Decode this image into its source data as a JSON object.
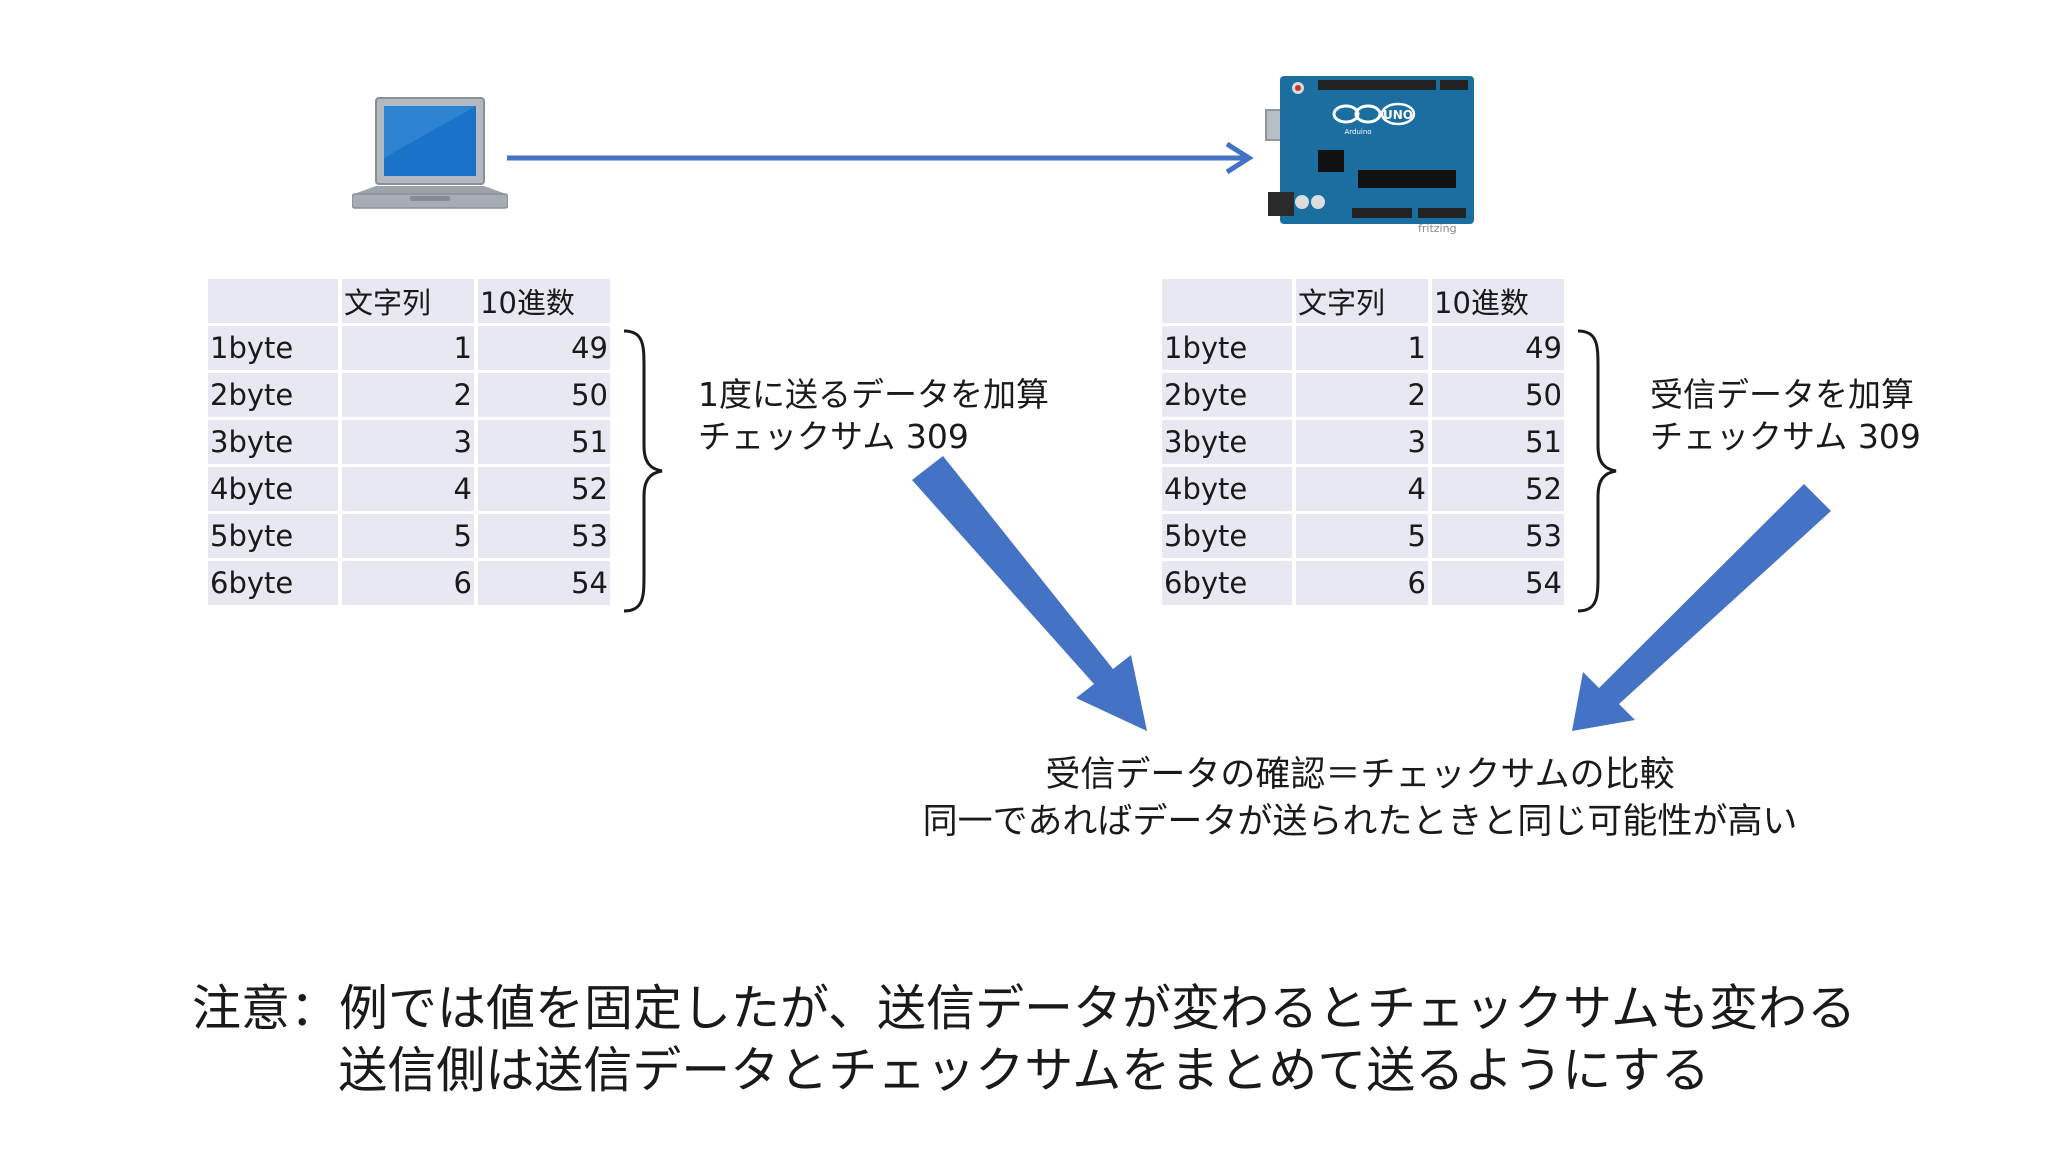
{
  "columns": [
    "",
    "文字列",
    "10進数"
  ],
  "rows": [
    [
      "1byte",
      "1",
      "49"
    ],
    [
      "2byte",
      "2",
      "50"
    ],
    [
      "3byte",
      "3",
      "51"
    ],
    [
      "4byte",
      "4",
      "52"
    ],
    [
      "5byte",
      "5",
      "53"
    ],
    [
      "6byte",
      "6",
      "54"
    ]
  ],
  "sender_note": {
    "line1": "1度に送るデータを加算",
    "line2": "チェックサム 309"
  },
  "receiver_note": {
    "line1": "受信データを加算",
    "line2": "チェックサム 309"
  },
  "comparison": {
    "line1": "受信データの確認＝チェックサムの比較",
    "line2": "同一であればデータが送られたときと同じ可能性が高い"
  },
  "caution": {
    "line1": "注意：例では値を固定したが、送信データが変わるとチェックサムも変わる",
    "line2": "送信側は送信データとチェックサムをまとめて送るようにする"
  },
  "board_logo": "UNO",
  "board_brand": "Arduino",
  "watermark": "fritzing",
  "colors": {
    "arrow": "#4472c4",
    "table_cell": "#e8e8f2",
    "laptop_screen": "#1a73c8",
    "laptop_body": "#a8acb4",
    "board": "#1a6ea0"
  },
  "icons": [
    "laptop-icon",
    "arduino-board-icon",
    "arrow-right-icon",
    "arrow-down-right-icon",
    "arrow-down-left-icon",
    "curly-brace-icon"
  ]
}
